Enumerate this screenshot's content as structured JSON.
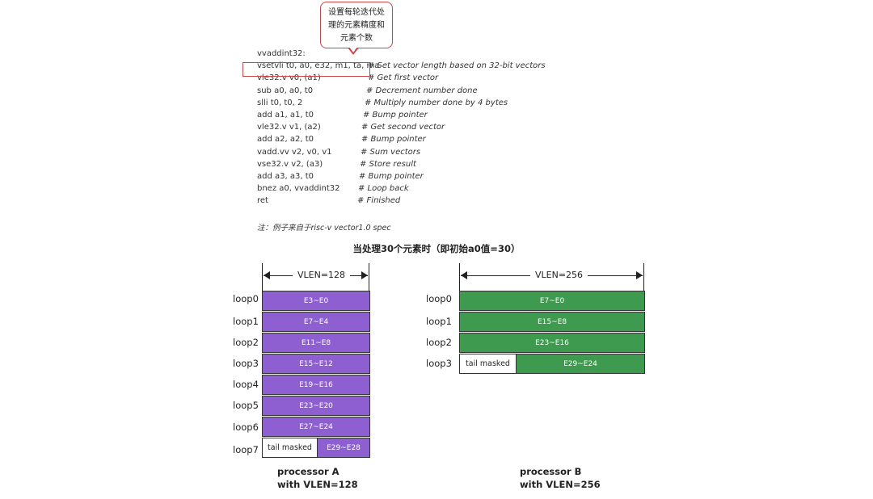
{
  "callout": {
    "line1": "设置每轮迭代处",
    "line2": "理的元素精度和",
    "line3": "元素个数"
  },
  "code": [
    {
      "instr": "vvaddint32:",
      "comment": ""
    },
    {
      "instr": "vsetvli t0, a0, e32, m1, ta, ma",
      "comment": "# Set vector length based on 32-bit vectors"
    },
    {
      "instr": "vle32.v v0, (a1)",
      "comment": "# Get first vector"
    },
    {
      "instr": "sub a0, a0, t0",
      "comment": "# Decrement number done"
    },
    {
      "instr": "slli t0, t0, 2",
      "comment": "# Multiply number done by 4 bytes"
    },
    {
      "instr": "add a1, a1, t0",
      "comment": "# Bump pointer"
    },
    {
      "instr": "vle32.v v1, (a2)",
      "comment": "# Get second vector"
    },
    {
      "instr": "add a2, a2, t0",
      "comment": "# Bump pointer"
    },
    {
      "instr": "vadd.vv v2, v0, v1",
      "comment": "# Sum vectors"
    },
    {
      "instr": "vse32.v v2, (a3)",
      "comment": "# Store result"
    },
    {
      "instr": "add a3, a3, t0",
      "comment": "# Bump pointer"
    },
    {
      "instr": "bnez a0, vvaddint32",
      "comment": "# Loop back"
    },
    {
      "instr": "ret",
      "comment": "# Finished"
    }
  ],
  "note": "注：例子来自于risc-v vector1.0 spec",
  "title": "当处理30个元素时（即初始a0值=30）",
  "processor_a": {
    "vlen_label": "VLEN=128",
    "name": "processor A",
    "desc": "with VLEN=128",
    "loops": [
      "loop0",
      "loop1",
      "loop2",
      "loop3",
      "loop4",
      "loop5",
      "loop6",
      "loop7"
    ],
    "cells": [
      "E3~E0",
      "E7~E4",
      "E11~E8",
      "E15~E12",
      "E19~E16",
      "E23~E20",
      "E27~E24"
    ],
    "tail_label": "tail masked",
    "last_cell": "E29~E28"
  },
  "processor_b": {
    "vlen_label": "VLEN=256",
    "name": "processor B",
    "desc": "with VLEN=256",
    "loops": [
      "loop0",
      "loop1",
      "loop2",
      "loop3"
    ],
    "cells": [
      "E7~E0",
      "E15~E8",
      "E23~E16"
    ],
    "tail_label": "tail masked",
    "last_cell": "E29~E24"
  },
  "colors": {
    "purple": "#8e5fd0",
    "green": "#3e9a4e",
    "highlight": "#cc4444"
  }
}
